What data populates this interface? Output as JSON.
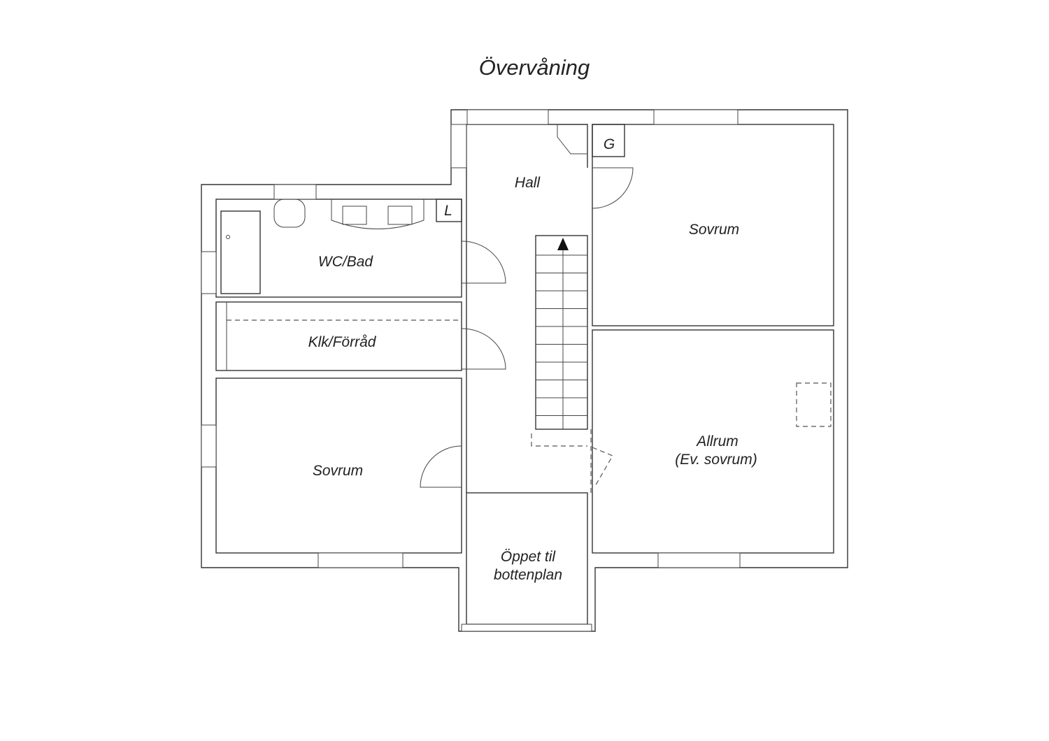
{
  "title": "Övervåning",
  "rooms": {
    "hall": "Hall",
    "bedroom_right": "Sovrum",
    "wc": "WC/Bad",
    "closet_storage": "Klk/Förråd",
    "bedroom_left": "Sovrum",
    "allrum": "Allrum",
    "allrum_note": "(Ev. sovrum)",
    "open_line1": "Öppet til",
    "open_line2": "bottenplan",
    "closet_g": "G",
    "closet_l": "L"
  }
}
